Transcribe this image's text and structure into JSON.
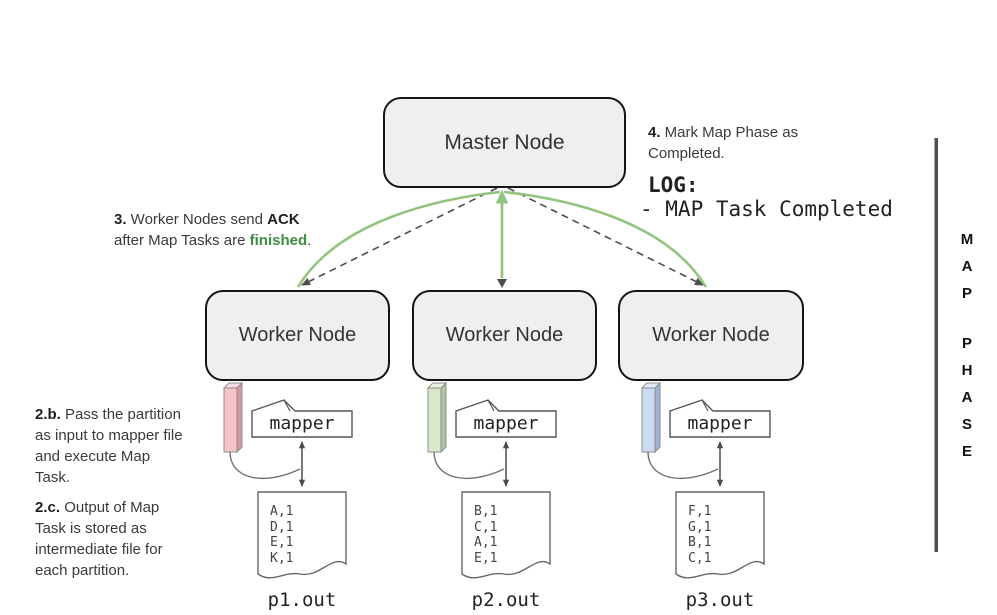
{
  "colors": {
    "arrow_green": "#93c47d",
    "finished_green": "#3e8e41",
    "node_fill": "#efefef",
    "node_border": "#151515",
    "side_line_gray": "#4f4f4f",
    "dashed_gray": "#4d4d4d"
  },
  "master": {
    "label": "Master Node"
  },
  "workers": [
    {
      "label": "Worker Node",
      "mapper": "mapper",
      "file_lines": "A,1\nD,1\nE,1\nK,1",
      "output": "p1.out",
      "bar_front": "#f6c3c9",
      "bar_side": "#d49aa2",
      "bar_top": "#f6dbde"
    },
    {
      "label": "Worker Node",
      "mapper": "mapper",
      "file_lines": "B,1\nC,1\nA,1\nE,1",
      "output": "p2.out",
      "bar_front": "#d8e8ca",
      "bar_side": "#aec69c",
      "bar_top": "#e9f2de"
    },
    {
      "label": "Worker Node",
      "mapper": "mapper",
      "file_lines": "F,1\nG,1\nB,1\nC,1",
      "output": "p3.out",
      "bar_front": "#ccdaf2",
      "bar_side": "#9fb2d9",
      "bar_top": "#e1e9f8"
    }
  ],
  "annotations": {
    "step3": {
      "num": "3.",
      "text": " Worker Nodes send ",
      "ack": "ACK",
      "line2": "after Map Tasks are ",
      "finished": "finished",
      "period": "."
    },
    "step4": {
      "num": "4.",
      "text": " Mark Map Phase as Completed."
    },
    "log": {
      "title": "LOG:",
      "entry": "- MAP Task Completed"
    },
    "step2b": {
      "num": "2.b.",
      "text": " Pass the partition as input to mapper file and execute Map Task."
    },
    "step2c": {
      "num": "2.c.",
      "text": " Output of Map Task is stored as intermediate file for each partition."
    }
  },
  "side_label": {
    "word1": "M\nA\nP",
    "word2": "P\nH\nA\nS\nE"
  }
}
